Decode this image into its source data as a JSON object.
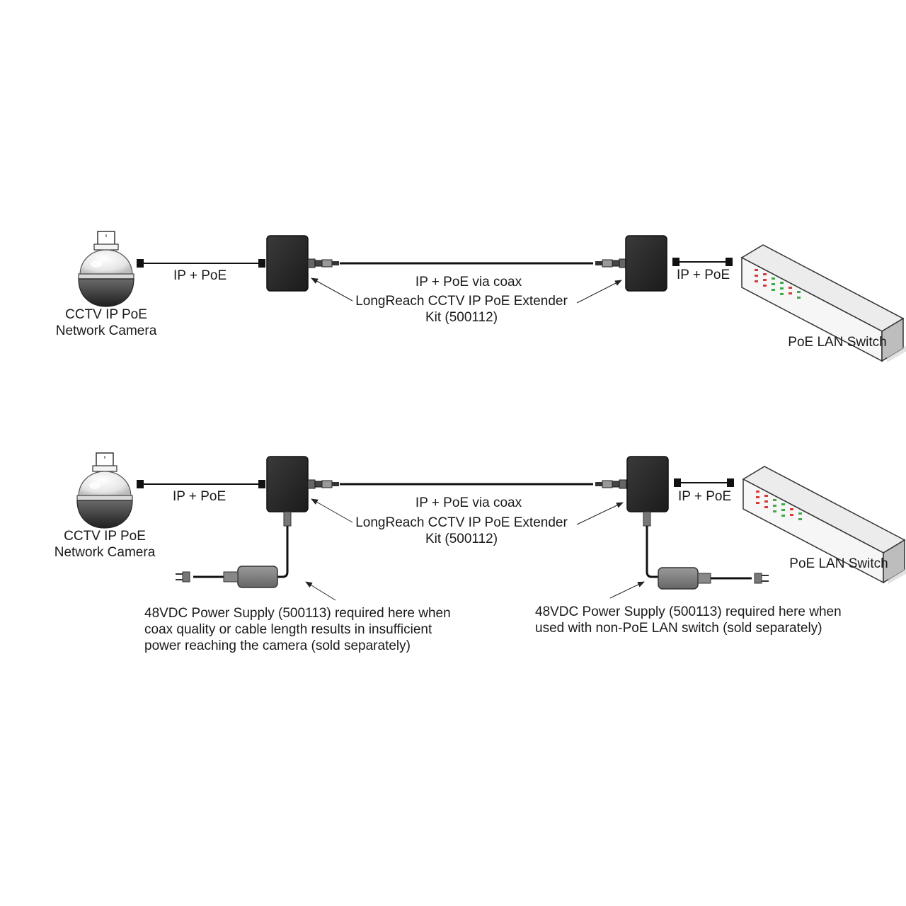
{
  "top": {
    "camera_label": [
      "CCTV IP PoE",
      "Network Camera"
    ],
    "left_link_label": "IP + PoE",
    "coax_label": "IP + PoE via coax",
    "extender_label": [
      "LongReach CCTV IP PoE Extender",
      "Kit (500112)"
    ],
    "right_link_label": "IP + PoE",
    "switch_label": "PoE LAN Switch"
  },
  "bottom": {
    "camera_label": [
      "CCTV IP PoE",
      "Network Camera"
    ],
    "left_link_label": "IP + PoE",
    "coax_label": "IP + PoE via coax",
    "extender_label": [
      "LongReach CCTV IP PoE Extender",
      "Kit (500112)"
    ],
    "right_link_label": "IP + PoE",
    "switch_label": "PoE LAN Switch",
    "left_power_note": [
      "48VDC Power Supply (500113) required here when",
      "coax quality or cable length results in insufficient",
      "power reaching the camera (sold separately)"
    ],
    "right_power_note": [
      "48VDC Power Supply (500113) required here when",
      "used with non-PoE LAN switch (sold separately)"
    ]
  }
}
